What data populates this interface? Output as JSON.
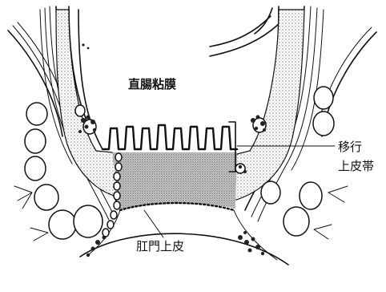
{
  "labels": {
    "rectal_mucosa": "直腸粘膜",
    "transitional_line1": "移行",
    "transitional_line2": "上皮帯",
    "anal_epithelium": "肛門上皮"
  },
  "colors": {
    "ink": "#111111",
    "background": "#ffffff",
    "stipple": "#9a9a9a"
  }
}
